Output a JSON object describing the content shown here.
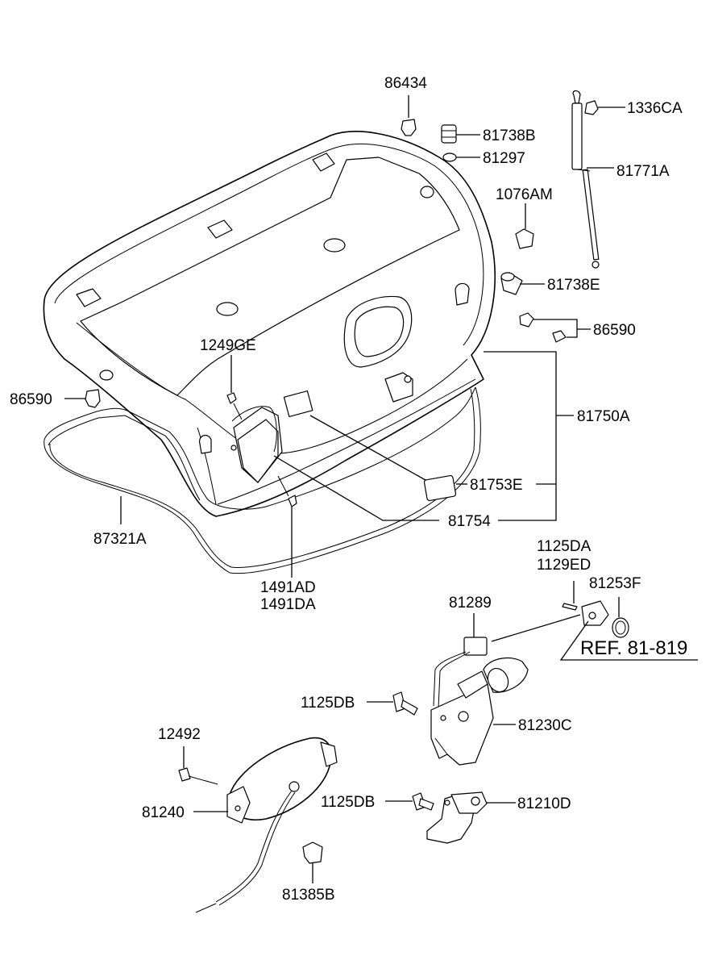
{
  "colors": {
    "line": "#000000",
    "background": "#ffffff"
  },
  "labels": {
    "p86434": "86434",
    "p1336CA": "1336CA",
    "p81738B": "81738B",
    "p81297": "81297",
    "p81771A": "81771A",
    "p1076AM": "1076AM",
    "p81738E": "81738E",
    "p86590_right": "86590",
    "p1249GE": "1249GE",
    "p86590_left": "86590",
    "p81750A": "81750A",
    "p81753E": "81753E",
    "p81754": "81754",
    "p87321A": "87321A",
    "p1491AD": "1491AD",
    "p1491DA": "1491DA",
    "p1125DA": "1125DA",
    "p1129ED": "1129ED",
    "p81253F": "81253F",
    "p81289": "81289",
    "ref": "REF. 81-819",
    "p1125DB_upper": "1125DB",
    "p81230C": "81230C",
    "p12492": "12492",
    "p81240": "81240",
    "p1125DB_lower": "1125DB",
    "p81210D": "81210D",
    "p81385B": "81385B"
  }
}
